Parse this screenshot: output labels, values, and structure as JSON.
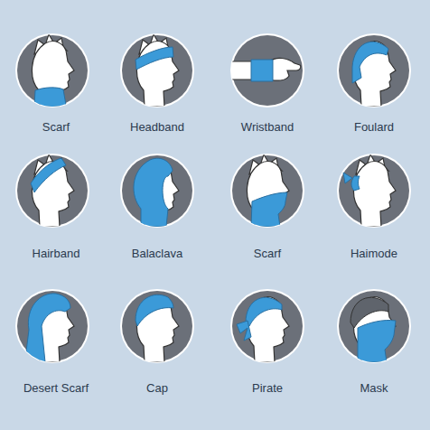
{
  "diagram": {
    "labels": [
      "Scarf",
      "Headband",
      "Wristband",
      "Foulard",
      "Hairband",
      "Balaclava",
      "Scarf",
      "Haimode",
      "Desert Scarf",
      "Cap",
      "Pirate",
      "Mask"
    ]
  }
}
